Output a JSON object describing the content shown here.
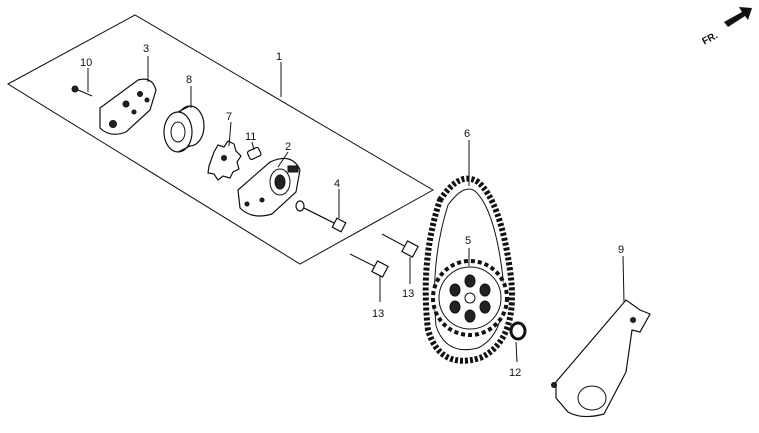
{
  "diagram": {
    "direction_label": "FR.",
    "callouts": {
      "pump_assembly": "1",
      "pump_body": "2",
      "pump_cover": "3",
      "pump_shaft": "4",
      "driven_sprocket": "5",
      "drive_chain": "6",
      "inner_rotor": "7",
      "outer_rotor": "8",
      "chain_cover": "9",
      "cover_screw": "10",
      "dowel_pin": "11",
      "snap_ring": "12",
      "flange_bolt_left": "13",
      "flange_bolt_right": "13"
    }
  }
}
